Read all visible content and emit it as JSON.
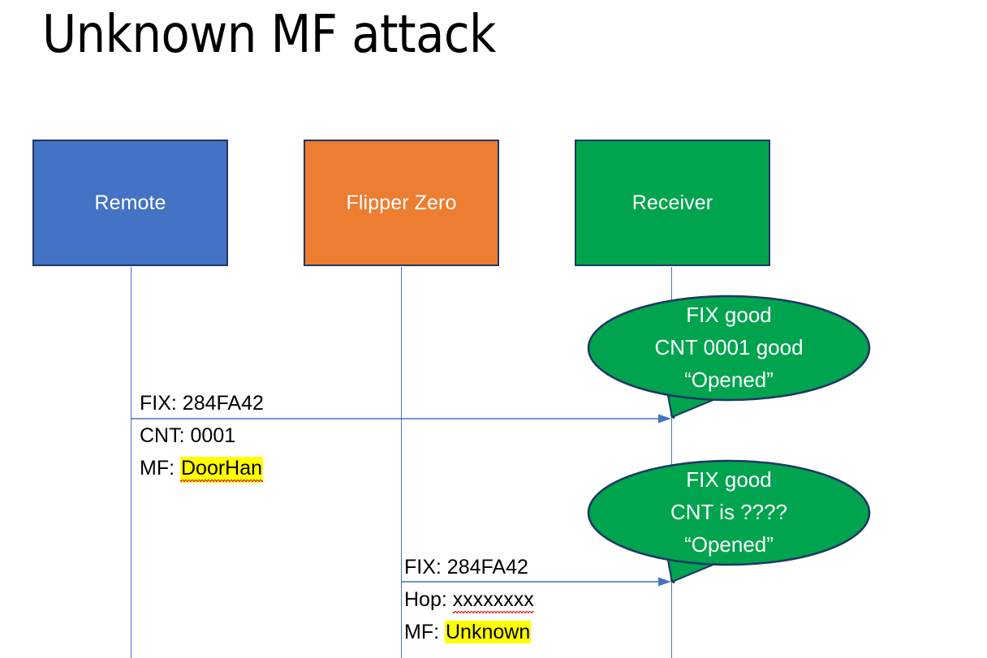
{
  "slide": {
    "title": "Unknown MF attack",
    "background_color": "#ffffff"
  },
  "colors": {
    "remote_fill": "#4472C4",
    "flipper_fill": "#ED7D31",
    "receiver_fill": "#00A44F",
    "box_border": "#1F3864",
    "lifeline": "#4472C4",
    "arrow": "#4472C4",
    "highlight": "#FFFF00",
    "bubble_fill": "#00A44F",
    "bubble_border": "#1F3864",
    "bubble_text": "#ffffff",
    "body_text": "#000000",
    "spellcheck_underline": "#E03030"
  },
  "actors": [
    {
      "id": "remote",
      "label": "Remote"
    },
    {
      "id": "flipper",
      "label": "Flipper Zero"
    },
    {
      "id": "receiver",
      "label": "Receiver"
    }
  ],
  "messages": [
    {
      "id": "msg-remote-to-receiver",
      "from": "remote",
      "to": "receiver",
      "lines": [
        {
          "label": "FIX:",
          "value": "284FA42",
          "highlighted": false,
          "spellcheck_error": false
        },
        {
          "label": "CNT:",
          "value": "0001",
          "highlighted": false,
          "spellcheck_error": false
        },
        {
          "label": "MF:",
          "value": "DoorHan",
          "highlighted": true,
          "spellcheck_error": true
        }
      ]
    },
    {
      "id": "msg-flipper-to-receiver",
      "from": "flipper",
      "to": "receiver",
      "lines": [
        {
          "label": "FIX:",
          "value": "284FA42",
          "highlighted": false,
          "spellcheck_error": false
        },
        {
          "label": "Hop:",
          "value": "xxxxxxxx",
          "highlighted": false,
          "spellcheck_error": true
        },
        {
          "label": "MF:",
          "value": "Unknown",
          "highlighted": true,
          "spellcheck_error": false
        }
      ]
    }
  ],
  "callouts": [
    {
      "id": "callout-first",
      "attached_to": "receiver",
      "lines": [
        "FIX good",
        "CNT 0001 good",
        "“Opened”"
      ]
    },
    {
      "id": "callout-second",
      "attached_to": "receiver",
      "lines": [
        "FIX good",
        "CNT is ????",
        "“Opened”"
      ]
    }
  ]
}
